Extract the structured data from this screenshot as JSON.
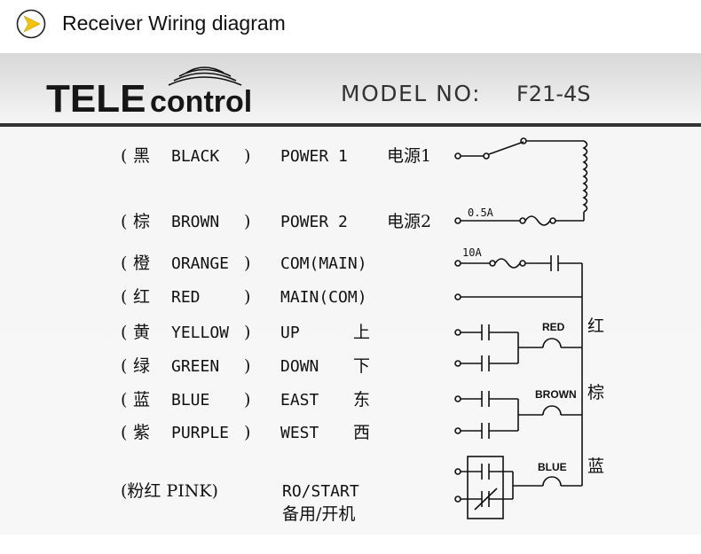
{
  "header": {
    "title": "Receiver Wiring diagram"
  },
  "brand": {
    "tele": "TELE",
    "control": "control"
  },
  "model": {
    "label": "MODEL NO:",
    "value": "F21-4S"
  },
  "colors": {
    "accent": "#f5c400",
    "bar": "#333333"
  },
  "wires": [
    {
      "open": "(",
      "cn": "黑",
      "en": "BLACK",
      "close": ")",
      "fn": "POWER 1",
      "fn_cn": "电源1"
    },
    {
      "open": "(",
      "cn": "棕",
      "en": "BROWN",
      "close": ")",
      "fn": "POWER 2",
      "fn_cn": "电源2"
    },
    {
      "open": "(",
      "cn": "橙",
      "en": "ORANGE",
      "close": ")",
      "fn": "COM(MAIN)",
      "fn_cn": ""
    },
    {
      "open": "(",
      "cn": "红",
      "en": "RED",
      "close": ")",
      "fn": "MAIN(COM)",
      "fn_cn": ""
    },
    {
      "open": "(",
      "cn": "黄",
      "en": "YELLOW",
      "close": ")",
      "fn": "UP",
      "fn_cn": "上"
    },
    {
      "open": "(",
      "cn": "绿",
      "en": "GREEN",
      "close": ")",
      "fn": "DOWN",
      "fn_cn": "下"
    },
    {
      "open": "(",
      "cn": "蓝",
      "en": "BLUE",
      "close": ")",
      "fn": "EAST",
      "fn_cn": "东"
    },
    {
      "open": "(",
      "cn": "紫",
      "en": "PURPLE",
      "close": ")",
      "fn": "WEST",
      "fn_cn": "西"
    }
  ],
  "pink": {
    "label": "(粉红 PINK)",
    "fn": "RO/START",
    "fn_cn": "备用/开机"
  },
  "circuit": {
    "fuse1": "0.5A",
    "fuse2": "10A",
    "lamps": [
      "RED",
      "BROWN",
      "BLUE"
    ],
    "side": [
      "红",
      "棕",
      "蓝"
    ]
  }
}
